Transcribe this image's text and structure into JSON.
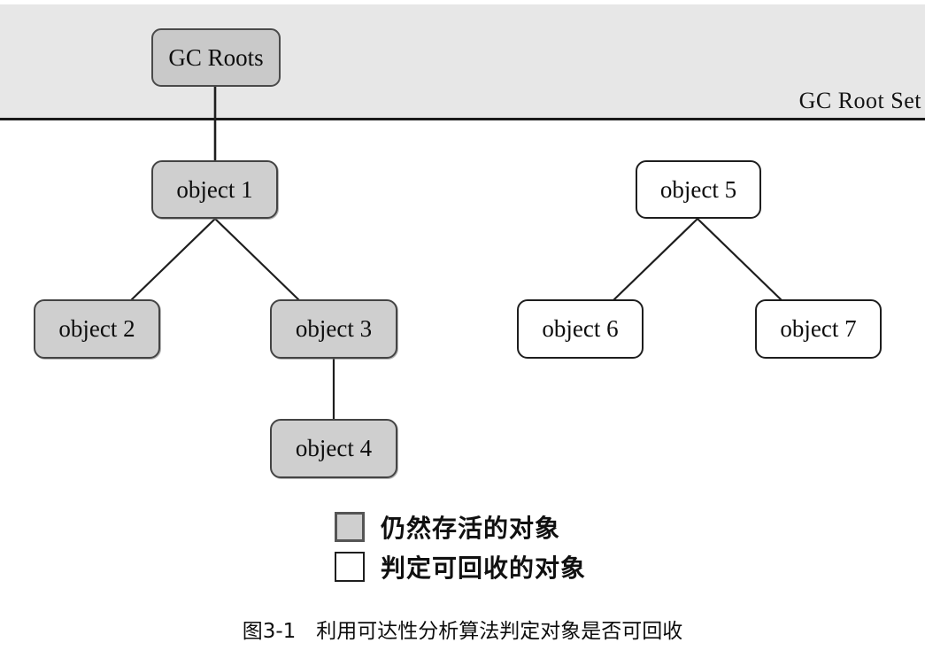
{
  "figure": {
    "caption": "图3-1　利用可达性分析算法判定对象是否可回收",
    "root_set_label": "GC Root Set"
  },
  "nodes": {
    "gc_roots": {
      "label": "GC Roots",
      "state": "alive"
    },
    "object1": {
      "label": "object 1",
      "state": "alive"
    },
    "object2": {
      "label": "object 2",
      "state": "alive"
    },
    "object3": {
      "label": "object 3",
      "state": "alive"
    },
    "object4": {
      "label": "object 4",
      "state": "alive"
    },
    "object5": {
      "label": "object 5",
      "state": "garbage"
    },
    "object6": {
      "label": "object 6",
      "state": "garbage"
    },
    "object7": {
      "label": "object 7",
      "state": "garbage"
    }
  },
  "legend": {
    "items": [
      {
        "swatch": "gray",
        "label": "仍然存活的对象"
      },
      {
        "swatch": "white",
        "label": "判定可回收的对象"
      }
    ]
  },
  "colors": {
    "alive_fill": "#cfcfcf",
    "garbage_fill": "#ffffff",
    "band_fill": "#e7e7e7",
    "stroke": "#1e1e1e"
  }
}
